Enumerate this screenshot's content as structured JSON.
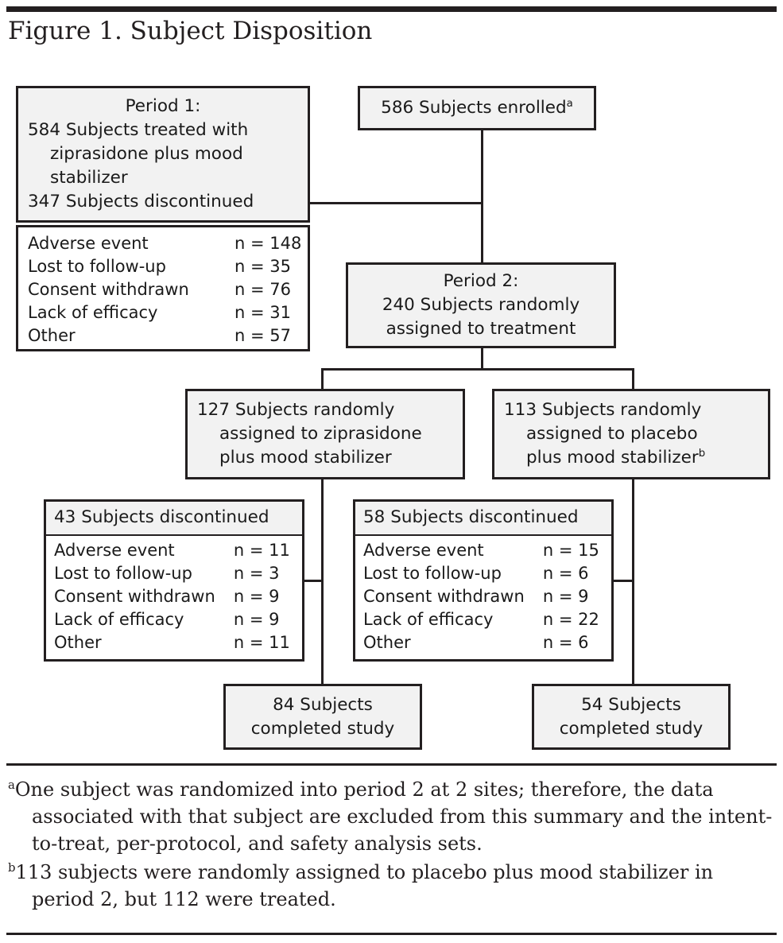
{
  "figure": {
    "title": "Figure 1. Subject Disposition"
  },
  "nodes": {
    "enrolled": {
      "line1": "586 Subjects enrolled",
      "marker": "a"
    },
    "period1": {
      "heading": "Period 1:",
      "line1": "584 Subjects treated with",
      "line2": "ziprasidone plus mood",
      "line3": "stabilizer",
      "line4": "347 Subjects discontinued"
    },
    "period1_reasons": {
      "rows": [
        {
          "label": "Adverse event",
          "value": "n = 148"
        },
        {
          "label": "Lost to follow-up",
          "value": "n = 35"
        },
        {
          "label": "Consent withdrawn",
          "value": "n = 76"
        },
        {
          "label": "Lack of efficacy",
          "value": "n = 31"
        },
        {
          "label": "Other",
          "value": "n = 57"
        }
      ]
    },
    "period2": {
      "heading": "Period 2:",
      "line1": "240 Subjects randomly",
      "line2": "assigned to treatment"
    },
    "arm_ziprasidone": {
      "line1": "127 Subjects randomly",
      "line2": "assigned to ziprasidone",
      "line3": "plus mood stabilizer"
    },
    "arm_placebo": {
      "line1": "113 Subjects randomly",
      "line2": "assigned to placebo",
      "line3": "plus mood stabilizer",
      "marker": "b"
    },
    "disc_ziprasidone": {
      "heading": "43 Subjects discontinued",
      "rows": [
        {
          "label": "Adverse event",
          "value": "n = 11"
        },
        {
          "label": "Lost to follow-up",
          "value": "n = 3"
        },
        {
          "label": "Consent withdrawn",
          "value": "n = 9"
        },
        {
          "label": "Lack of efficacy",
          "value": "n = 9"
        },
        {
          "label": "Other",
          "value": "n = 11"
        }
      ]
    },
    "disc_placebo": {
      "heading": "58 Subjects discontinued",
      "rows": [
        {
          "label": "Adverse event",
          "value": "n = 15"
        },
        {
          "label": "Lost to follow-up",
          "value": "n = 6"
        },
        {
          "label": "Consent withdrawn",
          "value": "n = 9"
        },
        {
          "label": "Lack of efficacy",
          "value": "n = 22"
        },
        {
          "label": "Other",
          "value": "n = 6"
        }
      ]
    },
    "completed_ziprasidone": {
      "line1": "84 Subjects",
      "line2": "completed study"
    },
    "completed_placebo": {
      "line1": "54 Subjects",
      "line2": "completed study"
    }
  },
  "footnotes": [
    {
      "marker": "a",
      "text": "One subject was randomized into period 2 at 2 sites; therefore, the data associated with that subject are excluded from this summary and the intent-to-treat, per-protocol, and safety analysis sets."
    },
    {
      "marker": "b",
      "text": "113 subjects were randomly assigned to placebo plus mood stabilizer in period 2, but 112 were treated."
    }
  ],
  "colors": {
    "ink": "#231f20",
    "box_fill": "#f2f2f2",
    "page": "#ffffff"
  }
}
